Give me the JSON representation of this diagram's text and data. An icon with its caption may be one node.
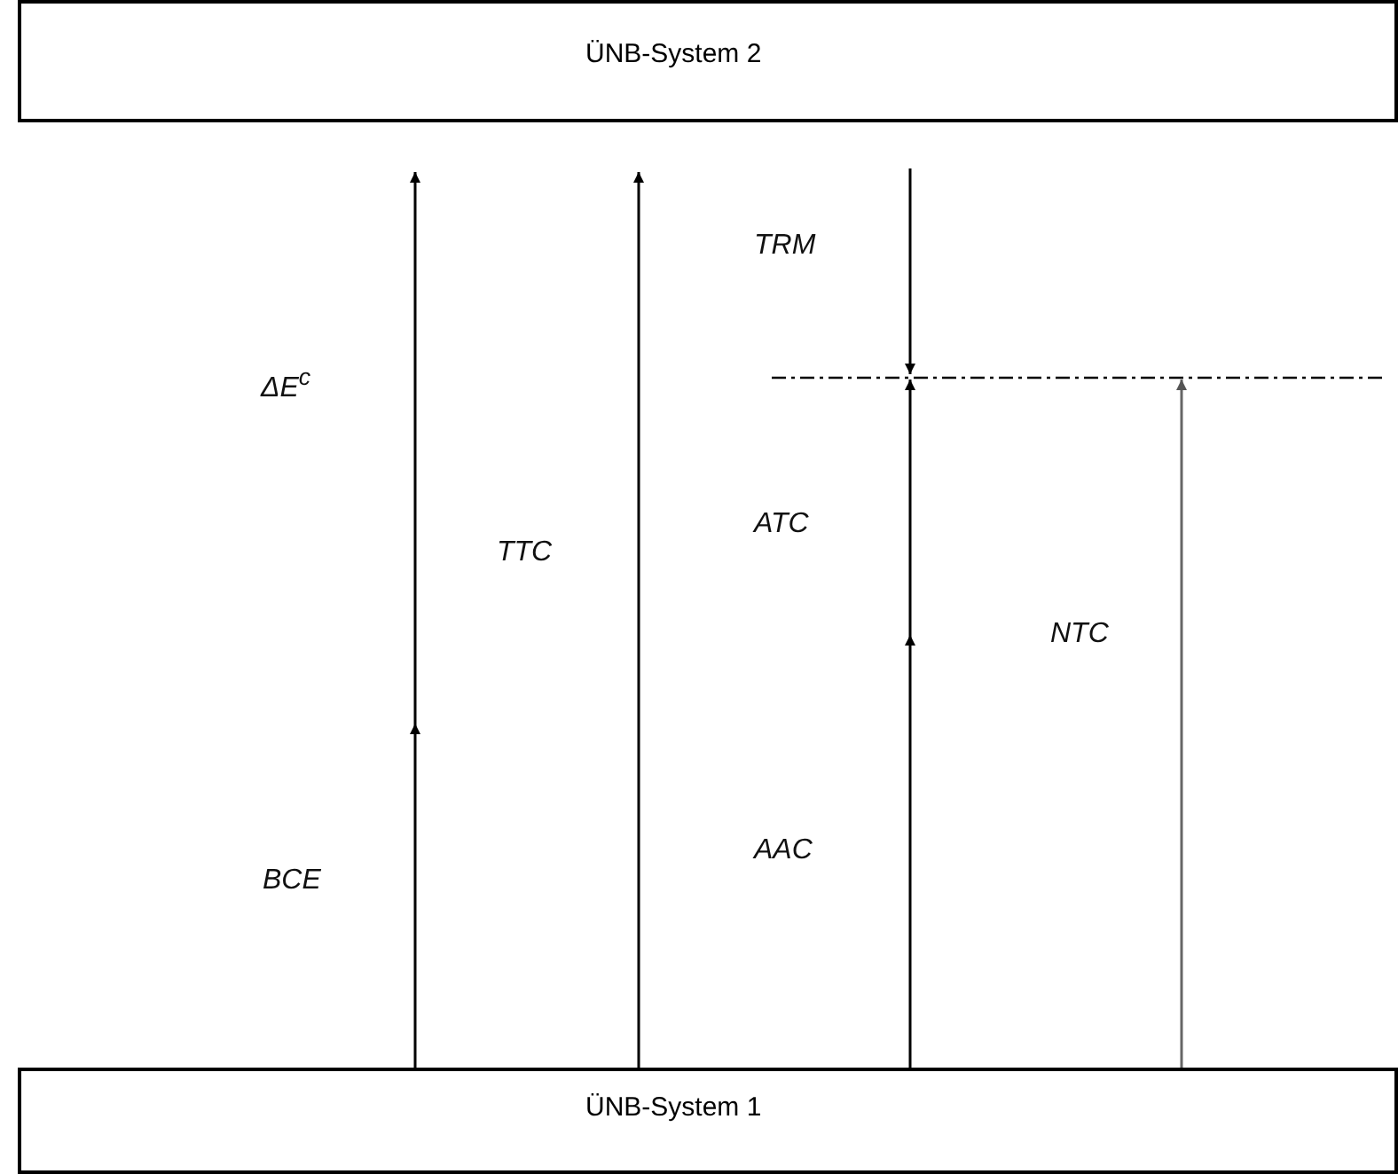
{
  "diagram": {
    "nodes": [
      {
        "text": [
          "ÜNB-System 2"
        ]
      },
      {
        "text": [
          "ÜNB-System 1"
        ]
      }
    ],
    "labels": [
      "TRM",
      "ΔE$^{c}$",
      "TTC",
      "ATC",
      "NTC",
      "AAC",
      "BCE"
    ]
  }
}
